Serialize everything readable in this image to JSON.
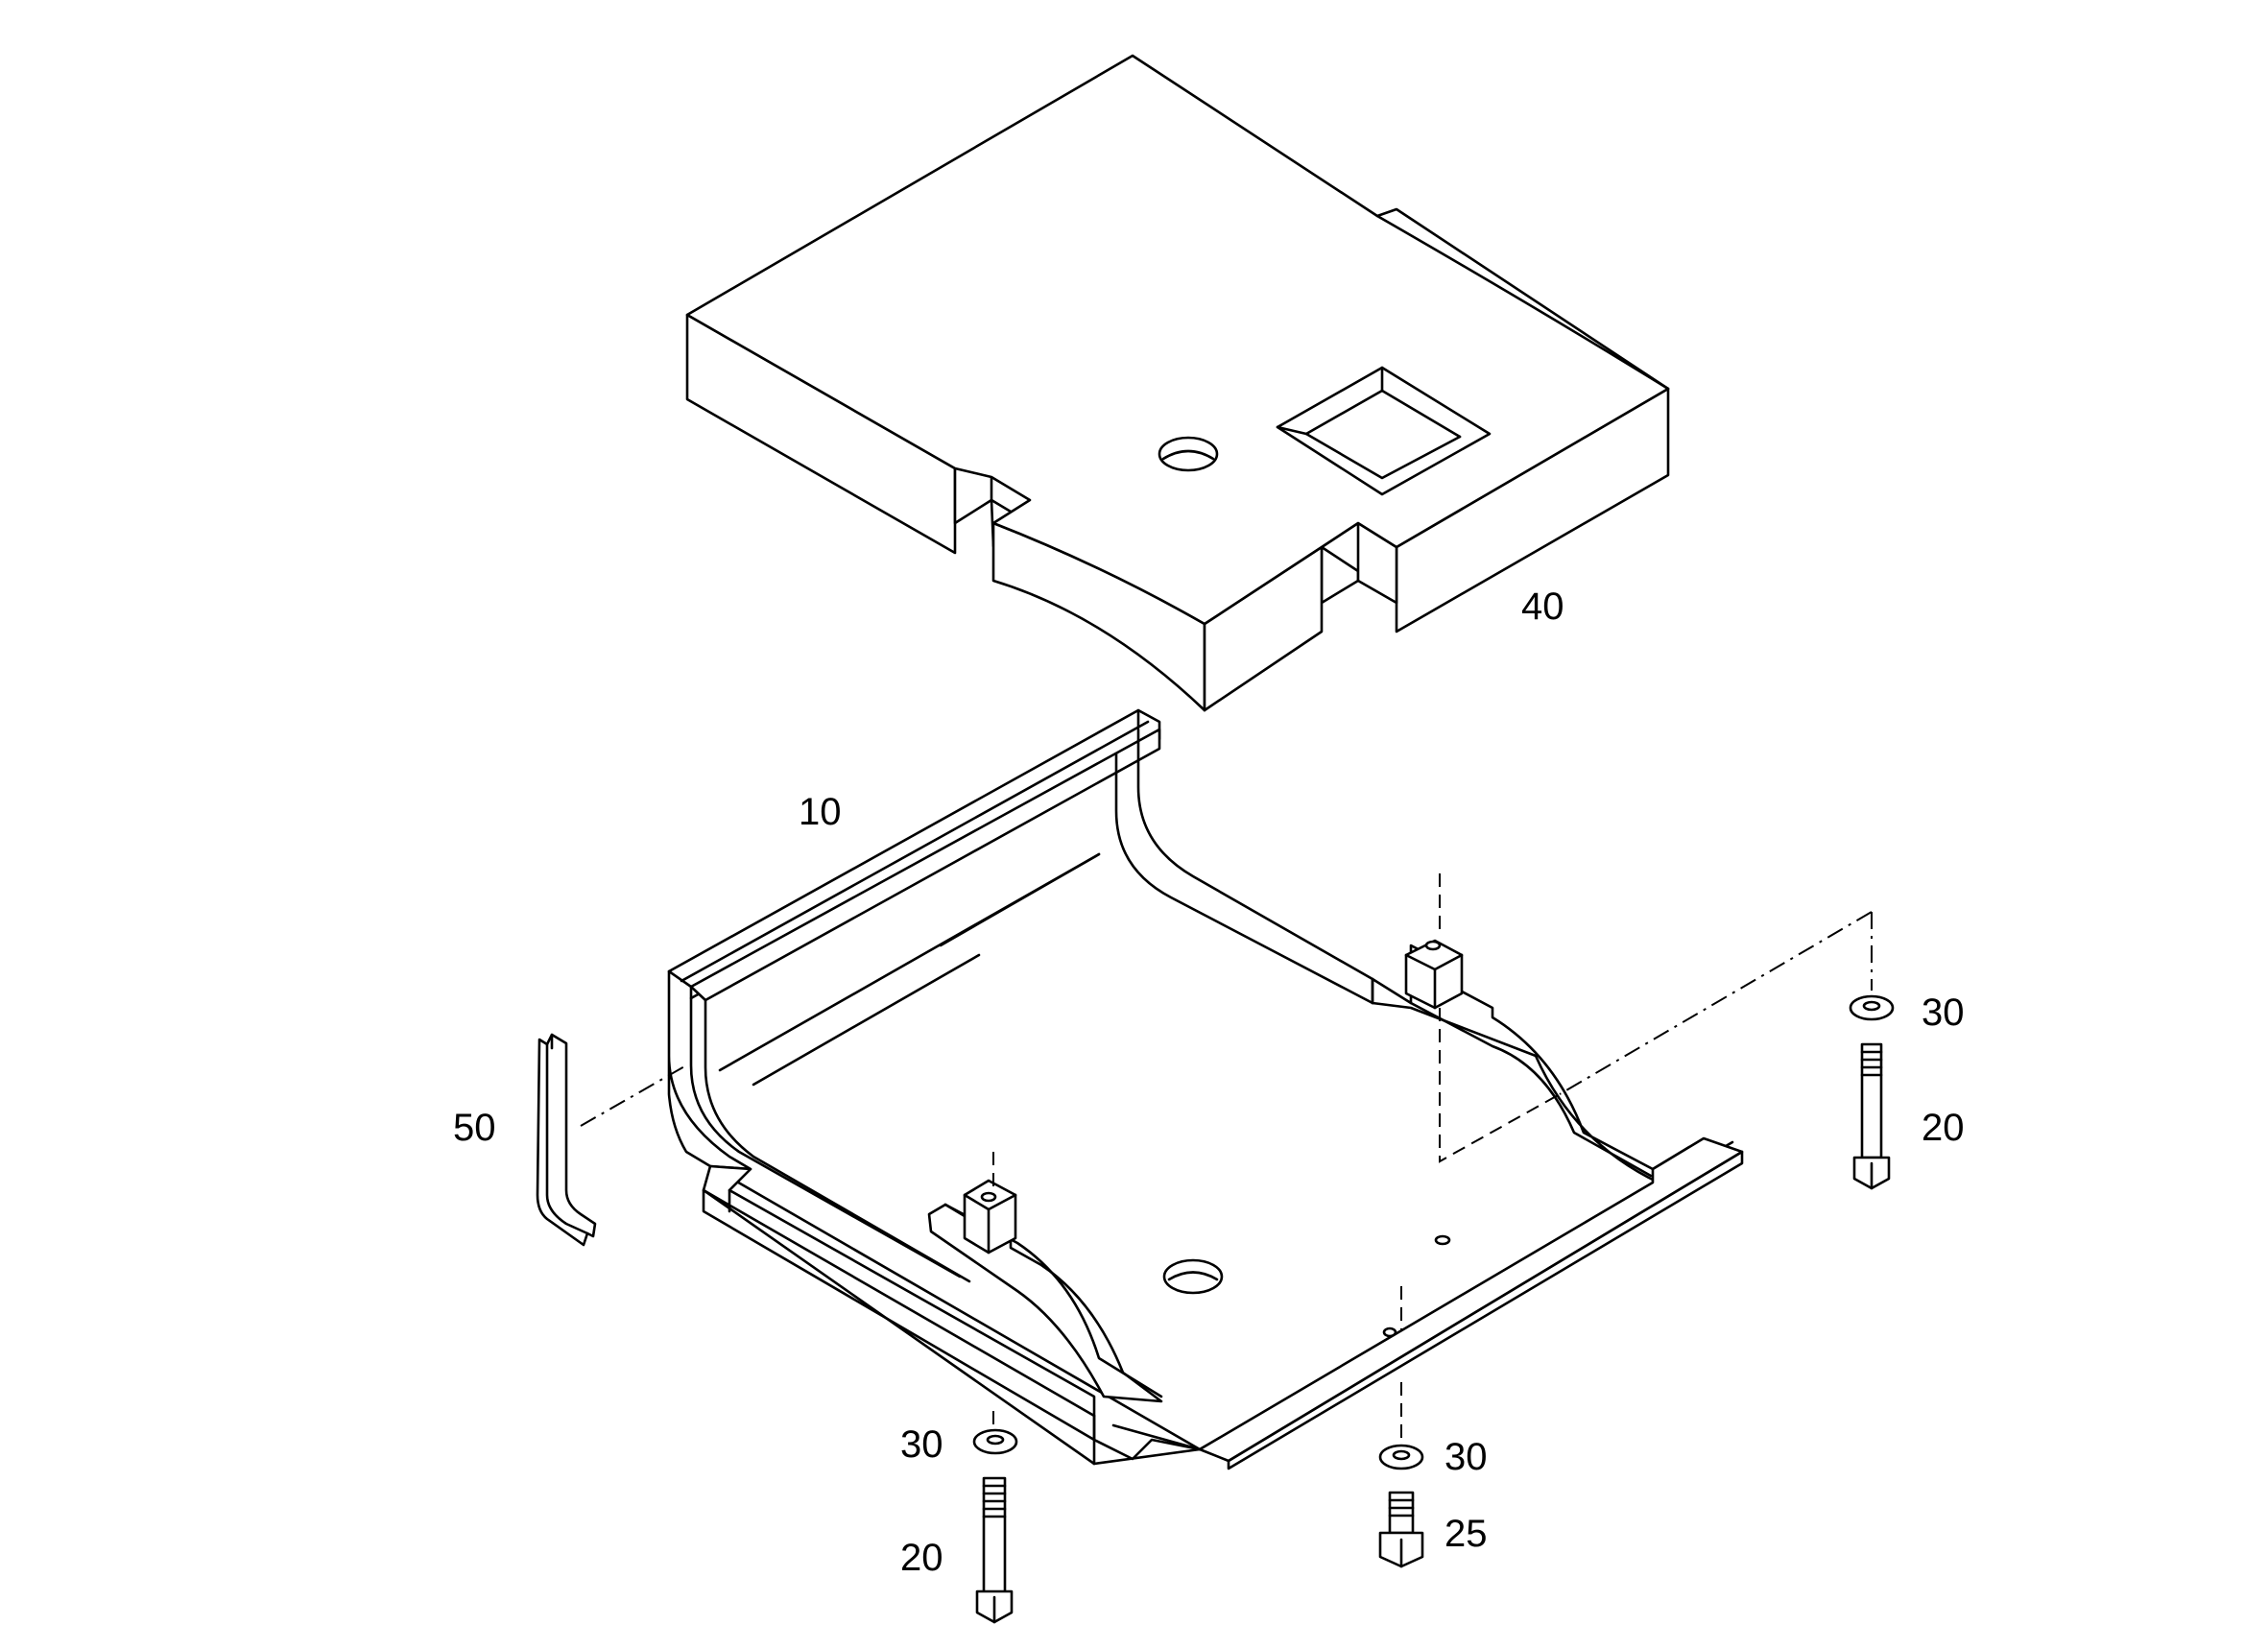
{
  "diagram": {
    "callouts": {
      "cover_pad": "40",
      "tray": "10",
      "edge_trim": "50",
      "washer_right": "30",
      "bolt_right": "20",
      "washer_left": "30",
      "bolt_left": "20",
      "washer_center": "30",
      "screw_center": "25"
    },
    "colors": {
      "line": "#000000",
      "background": "#ffffff"
    }
  }
}
